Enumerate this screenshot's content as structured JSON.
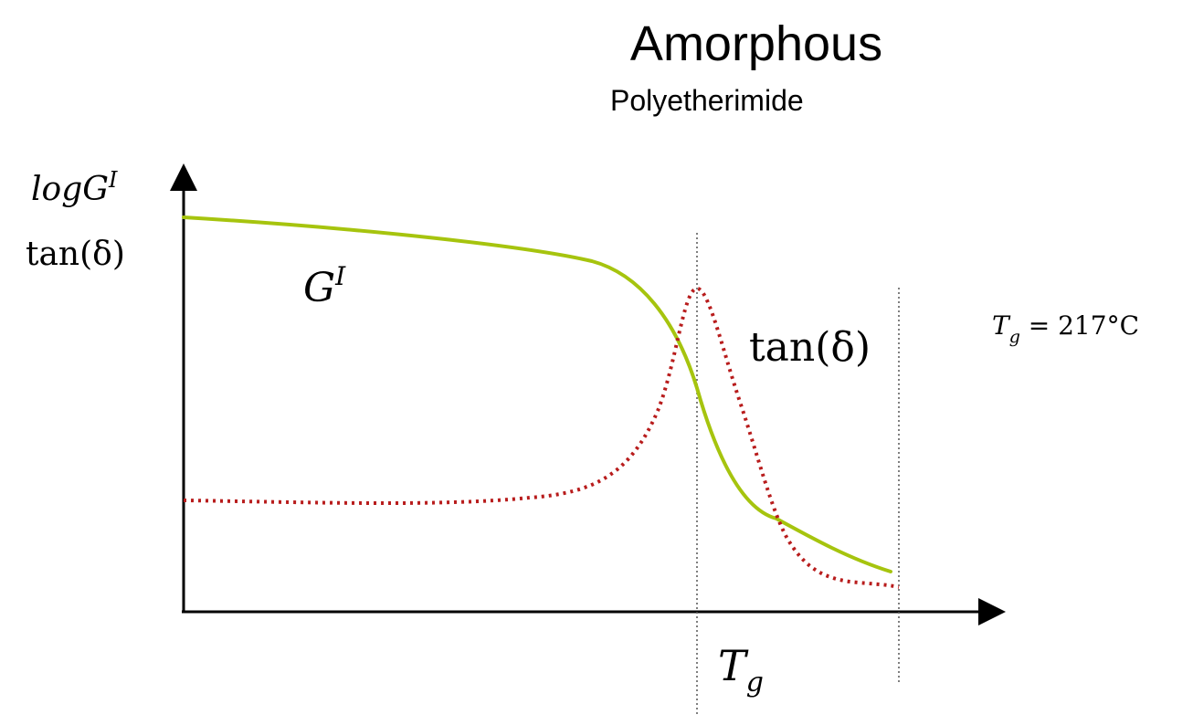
{
  "heading": {
    "title": "Amorphous",
    "subtitle": "Polyetherimide"
  },
  "y_axis_label": {
    "line1_prefix": "log",
    "line1_symbol": "G",
    "line1_sup": "I",
    "line2": "tan(δ)"
  },
  "curve_labels": {
    "g_symbol": "G",
    "g_sup": "I",
    "tan_delta": "tan(δ)"
  },
  "x_axis_label": {
    "symbol": "T",
    "sub": "g"
  },
  "annotation": {
    "symbol": "T",
    "sub": "g",
    "value": " = 217°C"
  },
  "colors": {
    "g_curve": "#a6c40e",
    "tan_curve": "#b81c1c",
    "axes": "#000000",
    "guides": "#555555"
  }
}
